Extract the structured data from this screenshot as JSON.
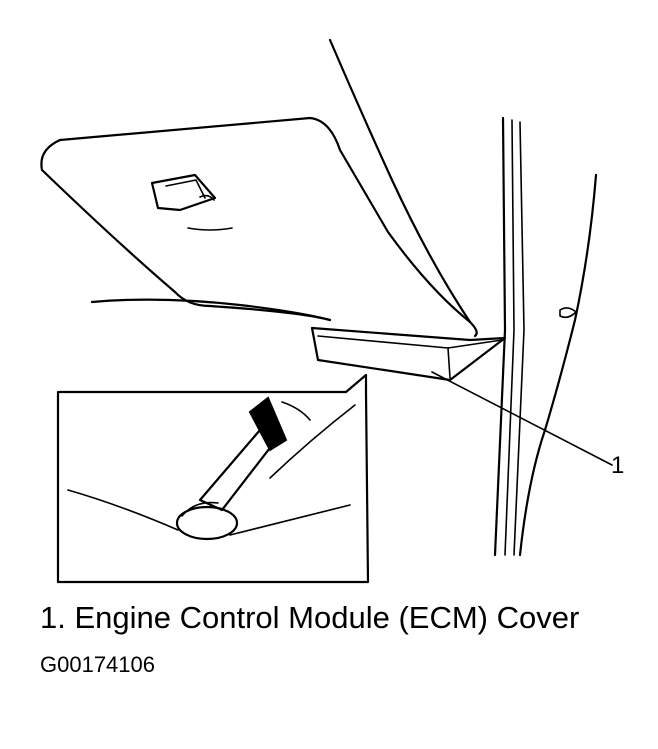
{
  "callout": {
    "number": "1"
  },
  "caption": {
    "text": "1. Engine Control Module (ECM) Cover"
  },
  "figure": {
    "id": "G00174106"
  }
}
